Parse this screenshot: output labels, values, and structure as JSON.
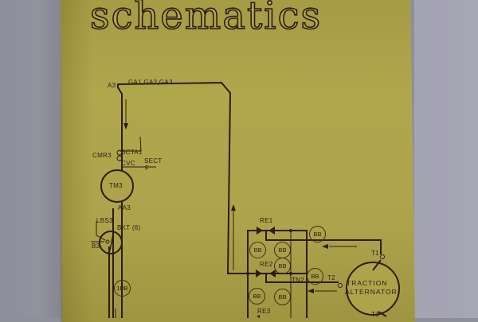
{
  "document": {
    "title": "schematics",
    "colors": {
      "cover": "#aea34b",
      "ink": "#2a1e12",
      "background": "#8f8f9c"
    }
  },
  "schematic": {
    "labels": {
      "a3": "A3",
      "ga": "GA1,GA2,GA3",
      "cmr3": "CMR3",
      "cta1": "3CTA1",
      "cvc": "CVC",
      "sect": "SECT",
      "f": "F",
      "tm3": "TM3",
      "aa3": "AA3",
      "lbs3": "LBS3",
      "bkt": "BKT (6)",
      "b3": "B3",
      "ibb": "1BB",
      "re1": "RE1",
      "re2": "RE2",
      "re3": "RE3",
      "tn2": "TN2",
      "t1": "T1",
      "t2": "T2",
      "t3": "T3",
      "traction": "TRACTION",
      "alternator": "ALTERNATOR"
    },
    "bb_label": "BB"
  }
}
